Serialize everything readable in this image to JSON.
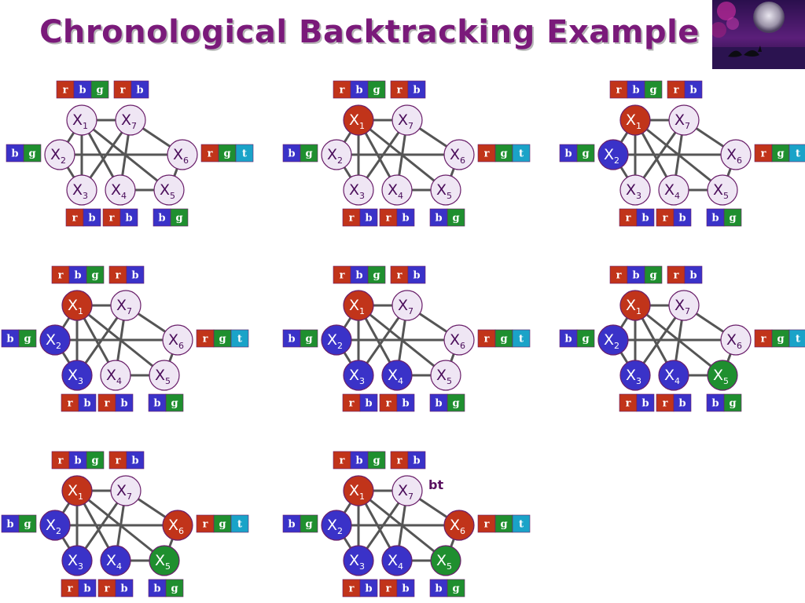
{
  "title": "Chronological Backtracking Example",
  "colors": {
    "r": "#c1341a",
    "b": "#3a32c8",
    "g": "#1f8f2f",
    "t": "#1aa3c8",
    "unassigned": "#efe6f4",
    "node_border": "#6a1f6a",
    "text_dark": "#4a0d5a",
    "edge": "#555555"
  },
  "node_letter": "X",
  "domains": {
    "X1": [
      "r",
      "b",
      "g"
    ],
    "X7": [
      "r",
      "b"
    ],
    "X2": [
      "b",
      "g"
    ],
    "X6": [
      "r",
      "g",
      "t"
    ],
    "X3": [
      "r",
      "b"
    ],
    "X4": [
      "r",
      "b"
    ],
    "X5": [
      "b",
      "g"
    ]
  },
  "edges": [
    [
      "X1",
      "X7"
    ],
    [
      "X1",
      "X2"
    ],
    [
      "X1",
      "X3"
    ],
    [
      "X1",
      "X4"
    ],
    [
      "X1",
      "X5"
    ],
    [
      "X7",
      "X3"
    ],
    [
      "X7",
      "X4"
    ],
    [
      "X7",
      "X6"
    ],
    [
      "X2",
      "X6"
    ],
    [
      "X2",
      "X3"
    ],
    [
      "X4",
      "X5"
    ],
    [
      "X5",
      "X6"
    ]
  ],
  "panels": [
    {
      "assignment": {},
      "annotation": ""
    },
    {
      "assignment": {
        "X1": "r"
      },
      "annotation": ""
    },
    {
      "assignment": {
        "X1": "r",
        "X2": "b"
      },
      "annotation": ""
    },
    {
      "assignment": {
        "X1": "r",
        "X2": "b",
        "X3": "b"
      },
      "annotation": ""
    },
    {
      "assignment": {
        "X1": "r",
        "X2": "b",
        "X3": "b",
        "X4": "b"
      },
      "annotation": ""
    },
    {
      "assignment": {
        "X1": "r",
        "X2": "b",
        "X3": "b",
        "X4": "b",
        "X5": "g"
      },
      "annotation": ""
    },
    {
      "assignment": {
        "X1": "r",
        "X2": "b",
        "X3": "b",
        "X4": "b",
        "X5": "g",
        "X6": "r"
      },
      "annotation": ""
    },
    {
      "assignment": {
        "X1": "r",
        "X2": "b",
        "X3": "b",
        "X4": "b",
        "X5": "g",
        "X6": "r"
      },
      "annotation": "bt"
    }
  ]
}
